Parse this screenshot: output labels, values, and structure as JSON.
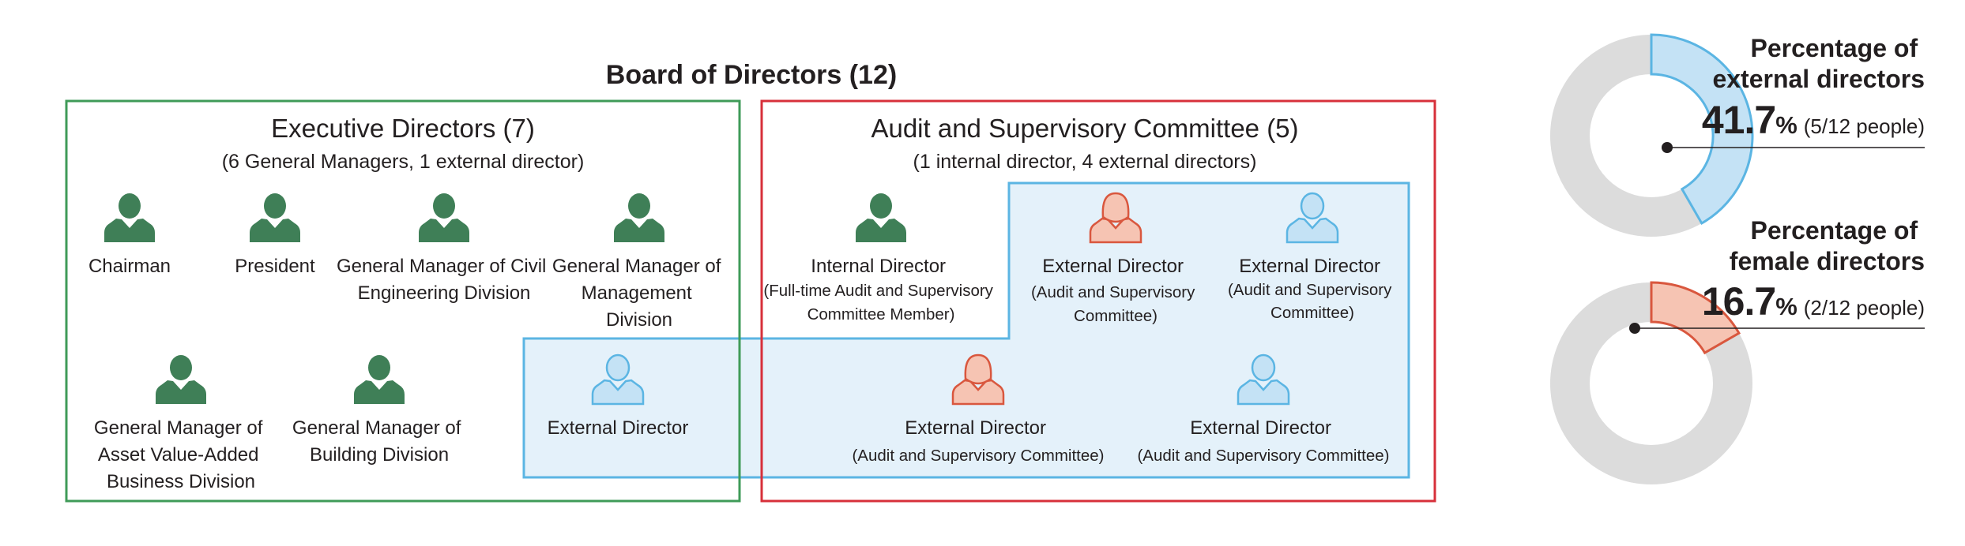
{
  "diagram": {
    "title": "Board of Directors (12)",
    "executive": {
      "heading": "Executive Directors (7)",
      "sub": "(6 General Managers, 1 external director)",
      "members": [
        {
          "lines": [
            "Chairman"
          ],
          "type": "internal"
        },
        {
          "lines": [
            "President"
          ],
          "type": "internal"
        },
        {
          "lines": [
            "General Manager of Civil",
            "Engineering Division"
          ],
          "type": "internal"
        },
        {
          "lines": [
            "General Manager of",
            "Management",
            "Division"
          ],
          "type": "internal"
        },
        {
          "lines": [
            "General Manager of",
            "Asset Value-Added",
            "Business Division"
          ],
          "type": "internal"
        },
        {
          "lines": [
            "General Manager of",
            "Building Division"
          ],
          "type": "internal"
        },
        {
          "lines": [
            "External Director"
          ],
          "type": "external-male"
        }
      ]
    },
    "audit": {
      "heading": "Audit and Supervisory Committee (5)",
      "sub": "(1 internal director, 4 external directors)",
      "members": [
        {
          "lines": [
            "Internal Director",
            "(Full-time Audit and Supervisory",
            "Committee Member)"
          ],
          "type": "internal"
        },
        {
          "lines": [
            "External Director",
            "(Audit and Supervisory",
            "Committee)"
          ],
          "type": "external-female"
        },
        {
          "lines": [
            "External Director",
            "(Audit and Supervisory",
            "Committee)"
          ],
          "type": "external-male"
        },
        {
          "lines": [
            "External Director",
            "(Audit and Supervisory Committee)"
          ],
          "type": "external-female"
        },
        {
          "lines": [
            "External Director",
            "(Audit and Supervisory Committee)"
          ],
          "type": "external-male"
        }
      ]
    }
  },
  "stats": [
    {
      "title_lines": [
        "Percentage of",
        "external directors"
      ],
      "value": "41.7",
      "unit": "%",
      "note": "(5/12 people)",
      "fraction": 0.417,
      "color": "#5bb5e3",
      "fill": "#c4e2f5"
    },
    {
      "title_lines": [
        "Percentage of",
        "female directors"
      ],
      "value": "16.7",
      "unit": "%",
      "note": "(2/12 people)",
      "fraction": 0.167,
      "color": "#d9573e",
      "fill": "#f6c4b3"
    }
  ],
  "colors": {
    "executive_border": "#3f9b58",
    "audit_border": "#d7303a",
    "external_region": "#5bb5e3",
    "internal_icon": "#3f7f57",
    "external_icon_male": "#5bb5e3",
    "external_icon_female": "#d9573e",
    "donut_track": "#dcdcdc"
  }
}
